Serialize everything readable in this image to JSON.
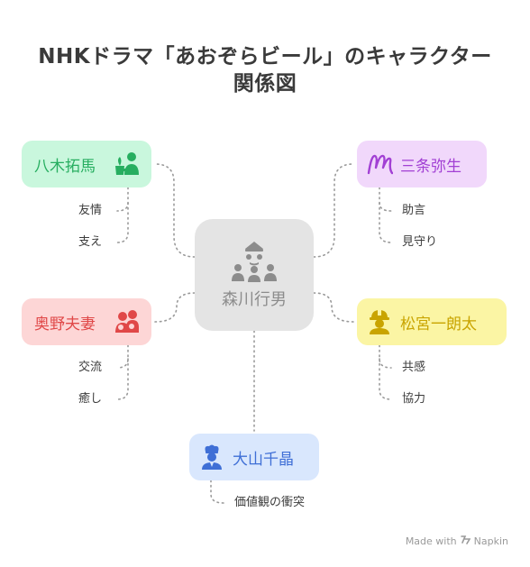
{
  "title": {
    "line1": "NHKドラマ「あおぞらビール」のキャラクター",
    "line2": "関係図"
  },
  "center": {
    "name": "森川行男",
    "icon": "group-people-icon"
  },
  "characters": {
    "yagi": {
      "name": "八木拓馬",
      "icon": "person-with-plant-icon",
      "relations": [
        "友情",
        "支え"
      ]
    },
    "okuno": {
      "name": "奥野夫妻",
      "icon": "couple-icon",
      "relations": [
        "交流",
        "癒し"
      ]
    },
    "sanjo": {
      "name": "三条弥生",
      "icon": "script-m-icon",
      "relations": [
        "助言",
        "見守り"
      ]
    },
    "matsumiya": {
      "name": "松宮一朗太",
      "icon": "construction-worker-icon",
      "relations": [
        "共感",
        "協力"
      ]
    },
    "oyama": {
      "name": "大山千晶",
      "icon": "woman-chef-icon",
      "relations": [
        "価値観の衝突"
      ]
    }
  },
  "footer": {
    "text": "Made with",
    "brand": "Napkin",
    "icon": "napkin-logo-icon"
  },
  "colors": {
    "yagi_bg": "#c9f7dd",
    "yagi_fg": "#27ae60",
    "okuno_bg": "#fdd6d6",
    "okuno_fg": "#e04848",
    "sanjo_bg": "#f1d8fb",
    "sanjo_fg": "#a240d4",
    "matsumiya_bg": "#fbf5a4",
    "matsumiya_fg": "#c9a400",
    "oyama_bg": "#d9e7fd",
    "oyama_fg": "#3f6fd6",
    "center_bg": "#e4e4e4",
    "center_fg": "#8c8c8c"
  }
}
